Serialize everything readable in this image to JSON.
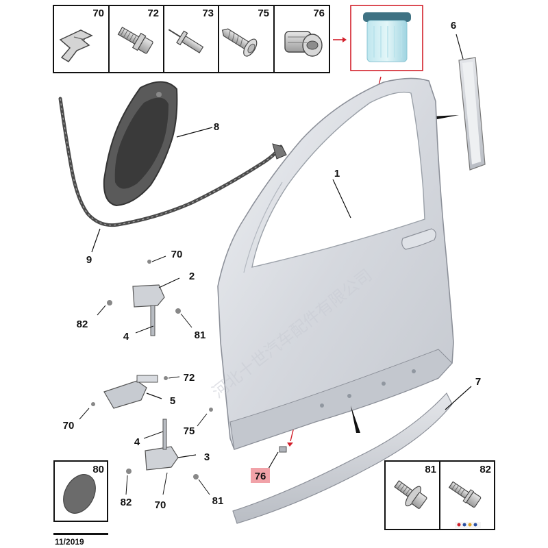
{
  "header_parts": [
    {
      "code": "70",
      "icon": "clip-icon"
    },
    {
      "code": "72",
      "icon": "bolt-icon"
    },
    {
      "code": "73",
      "icon": "rivet-icon"
    },
    {
      "code": "75",
      "icon": "screw-icon"
    },
    {
      "code": "76",
      "icon": "plug-fastener-icon"
    }
  ],
  "callouts": {
    "c1": "1",
    "c2": "2",
    "c3": "3",
    "c4a": "4",
    "c4b": "4",
    "c5": "5",
    "c6": "6",
    "c7": "7",
    "c8": "8",
    "c9": "9",
    "c70a": "70",
    "c70b": "70",
    "c70c": "70",
    "c72": "72",
    "c75": "75",
    "c76": "76",
    "c81a": "81",
    "c81b": "81",
    "c82a": "82",
    "c82b": "82"
  },
  "bottom_boxes": {
    "b80": "80",
    "b81": "81",
    "b82": "82"
  },
  "date_code": "11/2019",
  "watermark": "河北十世汽车配件有限公司",
  "colors": {
    "highlight_red": "#d21f2a",
    "highlight_fill": "#f1a2a8",
    "clip_blue": "#a8dce8",
    "panel_grey": "#d9dbe0",
    "seal_dark": "#4a4a4a"
  }
}
